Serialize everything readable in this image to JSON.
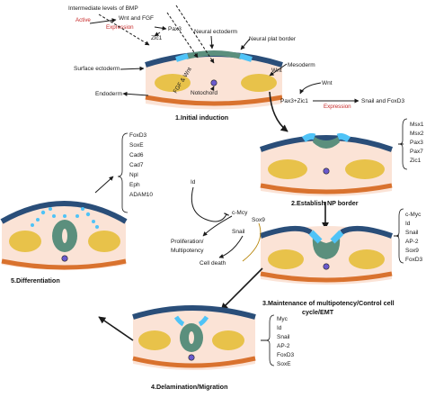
{
  "colors": {
    "ectoderm": "#2a4e79",
    "neural_border": "#4fc3f7",
    "neural_plate": "#5b8f7d",
    "mesoderm": "#e8c24a",
    "endoderm": "#d9722e",
    "interior": "#fbe3d6",
    "notochord": "#6a5acd",
    "expression_red": "#c62828"
  },
  "stage1": {
    "top_labels": {
      "bmp": "Intermediate levels of BMP",
      "active": "Active",
      "wnt_fgf": "Wnt and FGF",
      "expression": "Expression",
      "pax3": "Pax3",
      "zic1": "Zic1",
      "neural_ectoderm": "Neural ectoderm",
      "neural_plate_border": "Neural plat border"
    },
    "side_labels": {
      "surface_ectoderm": "Surface ectoderm",
      "wnt": "Wnt",
      "mesoderm": "Mesoderm",
      "notochord": "Notochord",
      "endoderm": "Endoderm",
      "fgf_wnt": "FGF & Wnt"
    },
    "caption": "1.Initial induction"
  },
  "regulation": {
    "wnt": "Wnt",
    "pax3_zic1": "Pax3+Zic1",
    "snail_foxd3": "Snail and FoxD3",
    "expression": "Expression"
  },
  "stage2": {
    "caption": "2.Establish NP border",
    "genes": [
      "Msx1",
      "Msx2",
      "Pax3",
      "Pax7",
      "Zic1"
    ]
  },
  "stage3": {
    "caption_line1": "3.Maintenance of multipotency/Control cell",
    "caption_line2": "cycle/EMT",
    "genes": [
      "c-Myc",
      "Id",
      "Snail",
      "AP-2",
      "Sox9",
      "FoxD3"
    ]
  },
  "network": {
    "id": "Id",
    "cmcy": "c-Mcy",
    "sox9": "Sox9",
    "snail": "Snail",
    "prolif1": "Proliferation/",
    "prolif2": "Multipotency",
    "cell_death": "Cell death"
  },
  "stage4": {
    "caption": "4.Delamination/Migration",
    "genes": [
      "Myc",
      "Id",
      "Snail",
      "AP-2",
      "FoxD3",
      "SoxE"
    ]
  },
  "stage5": {
    "caption": "5.Differentiation",
    "genes": [
      "FoxD3",
      "SoxE",
      "Cad6",
      "Cad7",
      "Npl",
      "Eph",
      "ADAM10"
    ]
  }
}
